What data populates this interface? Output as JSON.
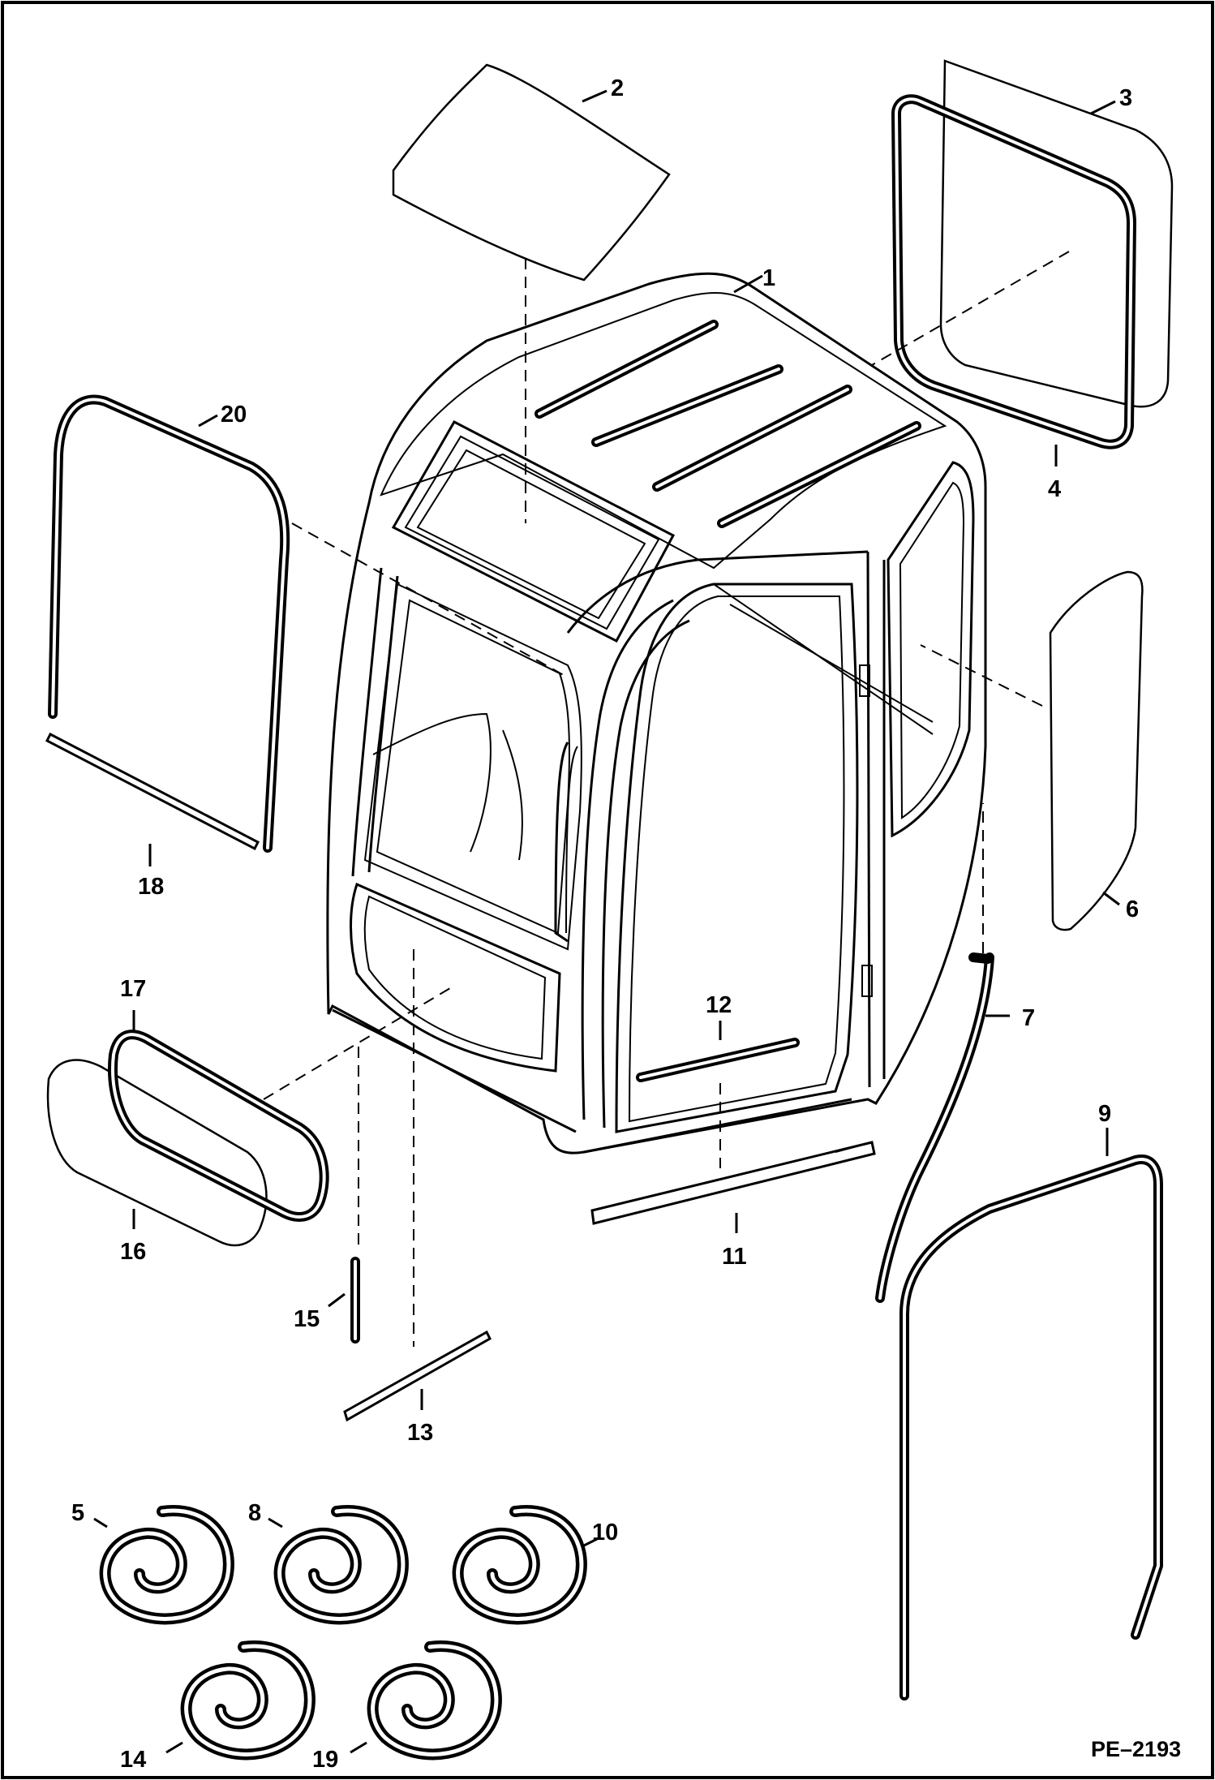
{
  "diagram": {
    "drawing_code": "PE–2193",
    "callouts": [
      "1",
      "2",
      "3",
      "4",
      "5",
      "6",
      "7",
      "8",
      "9",
      "10",
      "11",
      "12",
      "13",
      "14",
      "15",
      "16",
      "17",
      "18",
      "19",
      "20"
    ],
    "colors": {
      "ink": "#000000",
      "paper": "#ffffff"
    }
  }
}
